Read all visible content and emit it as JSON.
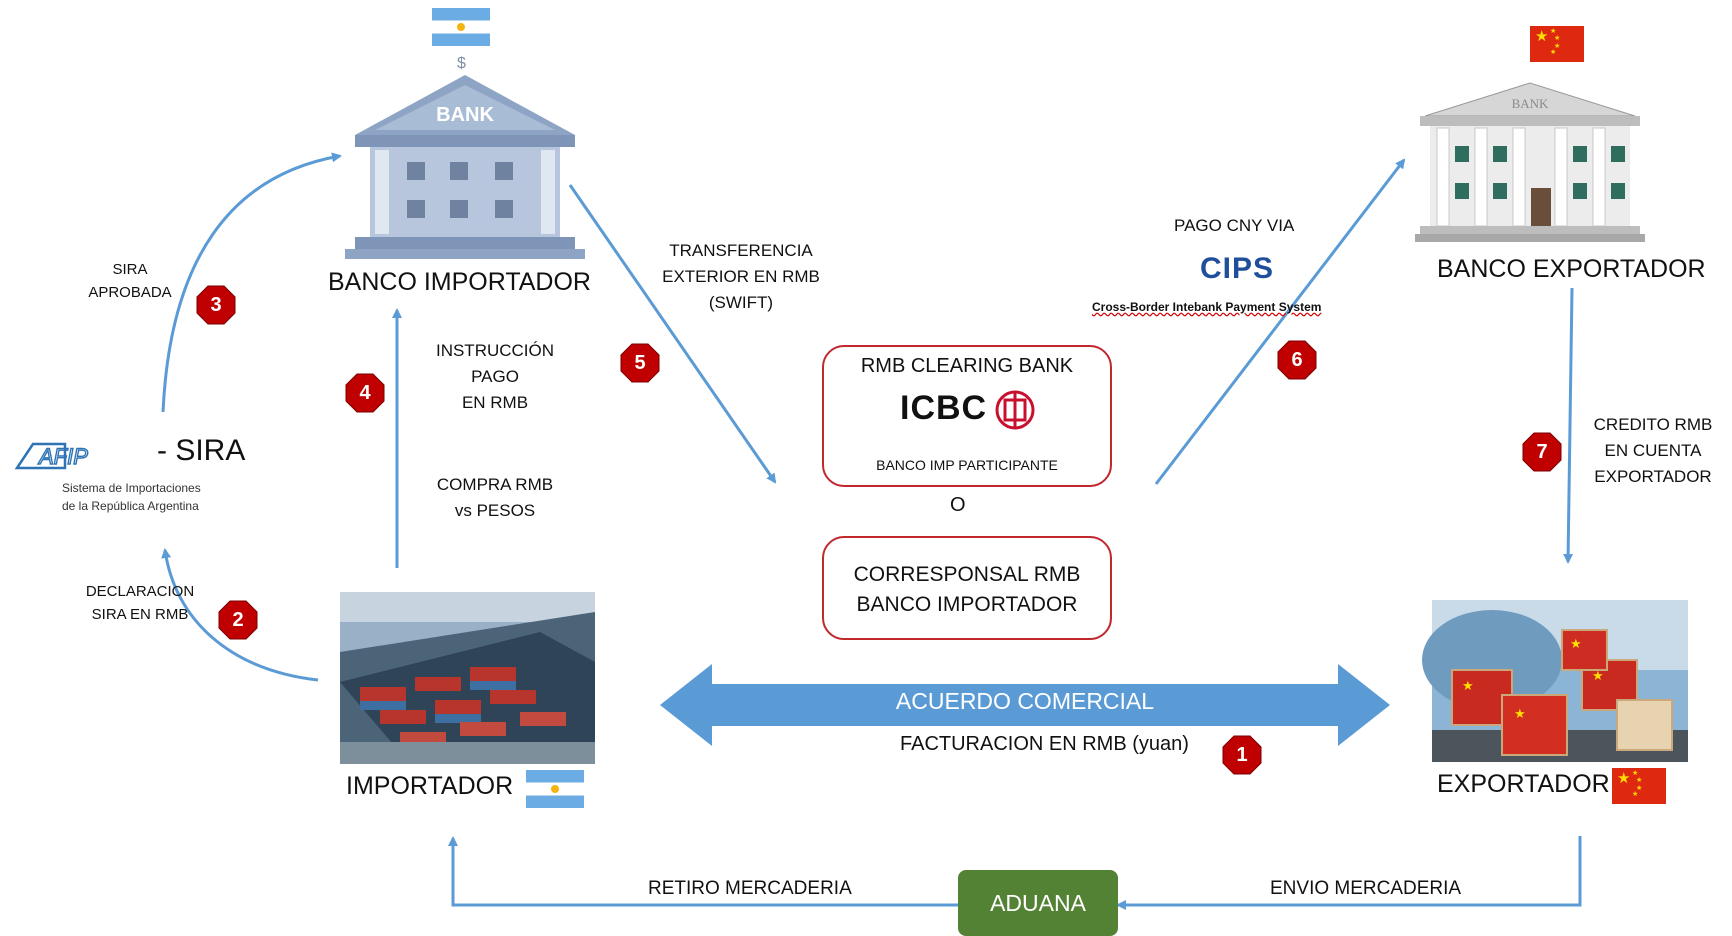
{
  "nodes": {
    "banco_importador": "BANCO IMPORTADOR",
    "banco_exportador": "BANCO EXPORTADOR",
    "importador": "IMPORTADOR",
    "exportador": "EXPORTADOR",
    "aduana": "ADUANA",
    "bank_sign_importer": "BANK",
    "bank_sign_exporter": "BANK"
  },
  "afip": {
    "logo_text": "AFIP",
    "sira_label": "- SIRA",
    "subtitle_line1": "Sistema de Importaciones",
    "subtitle_line2": "de la República Argentina"
  },
  "clearing": {
    "title": "RMB CLEARING BANK",
    "icbc": "ICBC",
    "participant": "BANCO IMP PARTICIPANTE",
    "or": "O",
    "correspondent_line1": "CORRESPONSAL RMB",
    "correspondent_line2": "BANCO IMPORTADOR"
  },
  "cips": {
    "header": "PAGO CNY VIA",
    "logo": "CIPS",
    "subtitle": "Cross-Border Intebank Payment System"
  },
  "steps": [
    {
      "number": "1",
      "label": "FACTURACION EN RMB (yuan)"
    },
    {
      "number": "2",
      "label_line1": "DECLARACION",
      "label_line2": "SIRA EN RMB"
    },
    {
      "number": "3",
      "label_line1": "SIRA",
      "label_line2": "APROBADA"
    },
    {
      "number": "4",
      "label_line1": "INSTRUCCIÓN",
      "label_line2": "PAGO",
      "label_line3": "EN RMB",
      "label_b_line1": "COMPRA RMB",
      "label_b_line2": "vs PESOS"
    },
    {
      "number": "5",
      "label_line1": "TRANSFERENCIA",
      "label_line2": "EXTERIOR EN RMB",
      "label_line3": "(SWIFT)"
    },
    {
      "number": "6"
    },
    {
      "number": "7",
      "label_line1": "CREDITO RMB",
      "label_line2": "EN CUENTA",
      "label_line3": "EXPORTADOR"
    }
  ],
  "agreement": "ACUERDO COMERCIAL",
  "goods": {
    "retiro": "RETIRO MERCADERIA",
    "envio": "ENVIO MERCADERIA"
  },
  "colors": {
    "arrow": "#5b9bd5",
    "badge": "#c00000",
    "box_border": "#c0282d",
    "aduana": "#548235",
    "big_arrow": "#5b9bd5"
  }
}
